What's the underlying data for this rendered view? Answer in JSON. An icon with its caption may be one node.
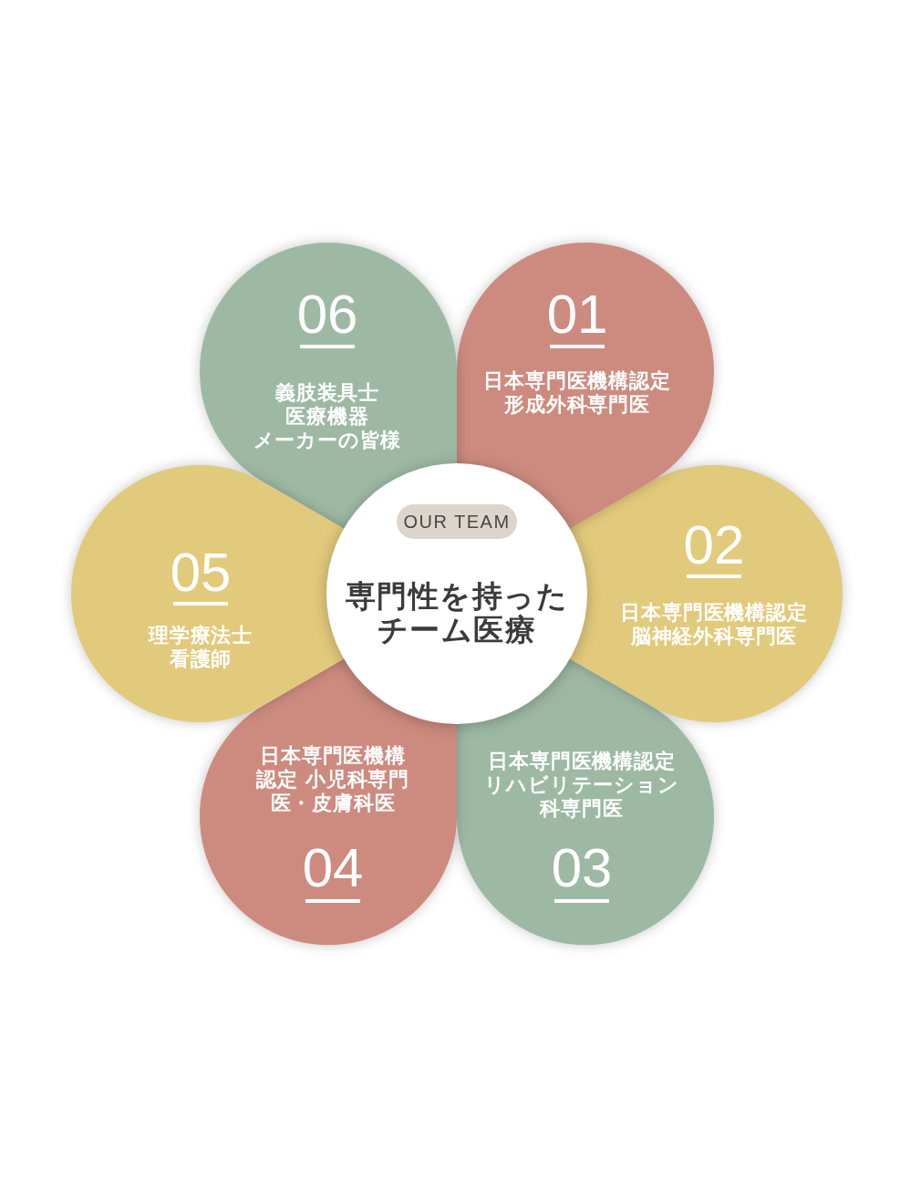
{
  "diagram": {
    "nodes": [
      {
        "text": [
          "専門性を持ったチーム医療"
        ]
      },
      {
        "text": [
          "OUR TEAM"
        ],
        "in": 0
      },
      {
        "text": [
          "01",
          "日本専門医機構認定形成外科専門医"
        ]
      },
      {
        "text": [
          "02",
          "日本専門医機構認定脳神経外科専門医"
        ]
      },
      {
        "text": [
          "日本専門医機構認定リハビリテーション科専門医",
          "03"
        ]
      },
      {
        "text": [
          "日本専門医機構認定 小児科専門医・皮膚科医",
          "04"
        ]
      },
      {
        "text": [
          "05",
          "理学療法士看護師"
        ]
      },
      {
        "text": [
          "06",
          "義肢装具士医療機器メーカーの皆様"
        ]
      }
    ]
  }
}
